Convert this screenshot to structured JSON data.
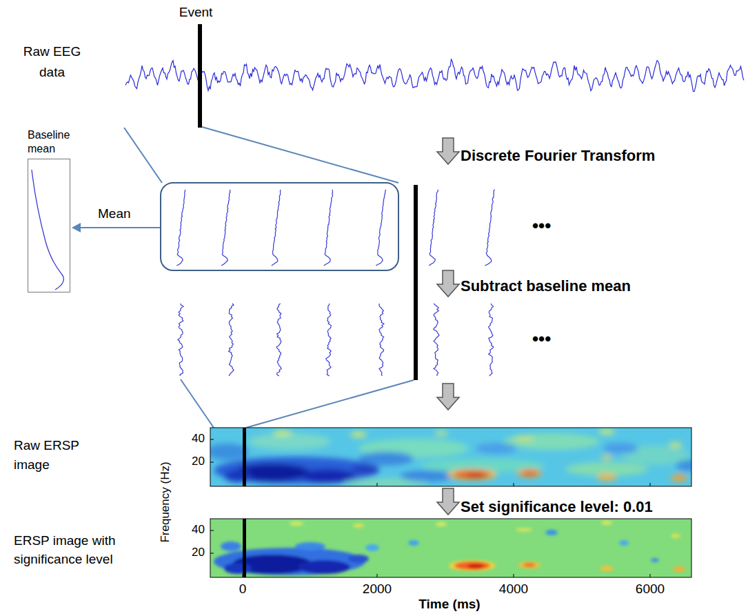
{
  "diagram": {
    "nodes": [
      {
        "text": [
          "Baseline mean"
        ]
      }
    ],
    "labels": [
      "Event",
      "Raw EEG data",
      "Mean",
      "Discrete Fourier Transform",
      "•••",
      "Subtract baseline mean",
      "•••",
      "Raw ERSP image",
      "40",
      "20",
      "Frequency (Hz)",
      "Set significance level: 0.01",
      "ERSP image with significance level",
      "40",
      "20",
      "0",
      "2000",
      "4000",
      "6000",
      "Time (ms)"
    ]
  }
}
